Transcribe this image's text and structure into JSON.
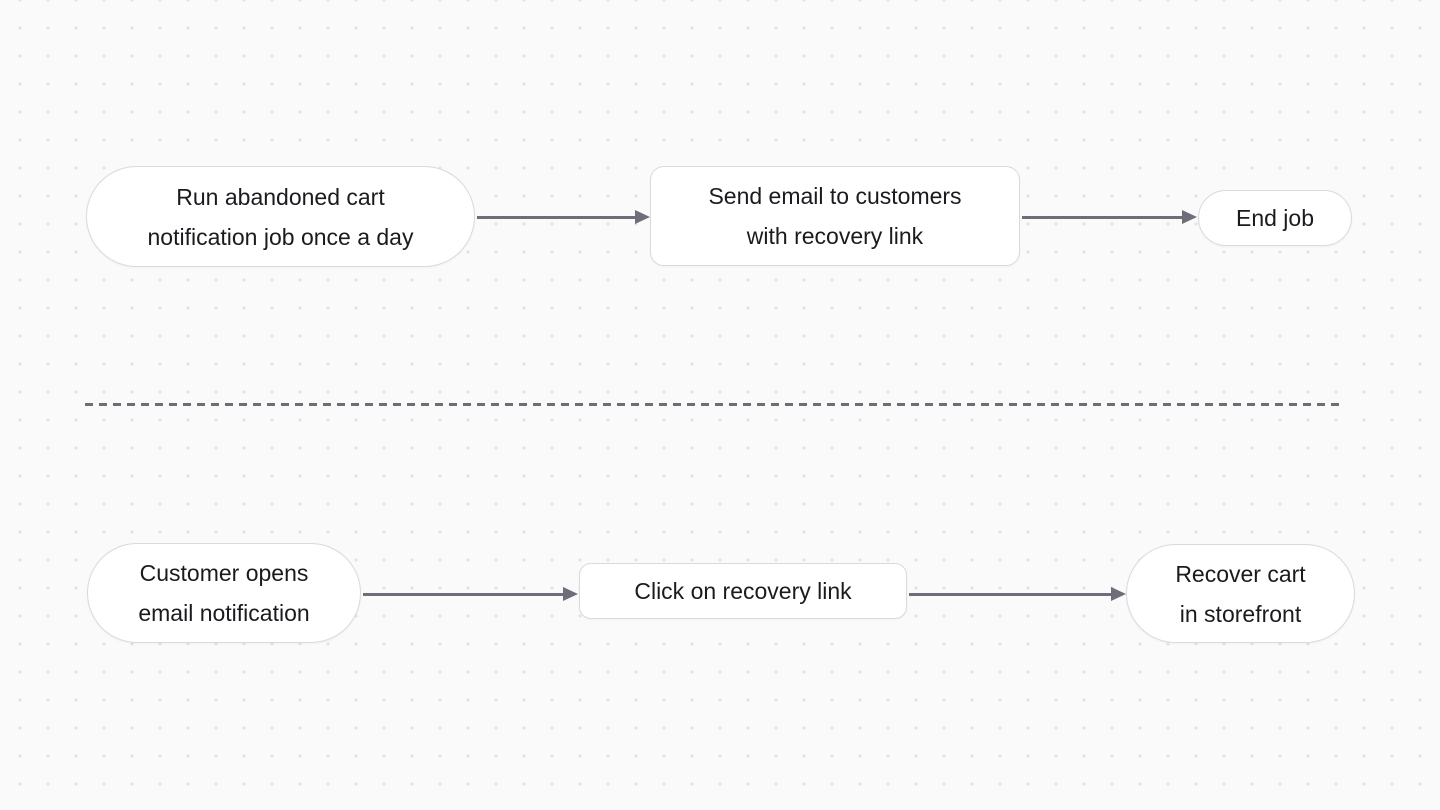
{
  "top_flow": {
    "nodes": [
      {
        "line1": "Run abandoned cart",
        "line2": "notification job once a day"
      },
      {
        "line1": "Send email to customers",
        "line2": "with recovery link"
      },
      {
        "line1": "End job"
      }
    ]
  },
  "bottom_flow": {
    "nodes": [
      {
        "line1": "Customer opens",
        "line2": "email notification"
      },
      {
        "line1": "Click on recovery link"
      },
      {
        "line1": "Recover cart",
        "line2": "in storefront"
      }
    ]
  },
  "colors": {
    "canvas_background": "#fafafa",
    "dot_grid": "#e3e3e7",
    "node_fill": "#ffffff",
    "node_border": "#d9d9e0",
    "node_text": "#1b1b1f",
    "connector": "#6e6e78"
  }
}
